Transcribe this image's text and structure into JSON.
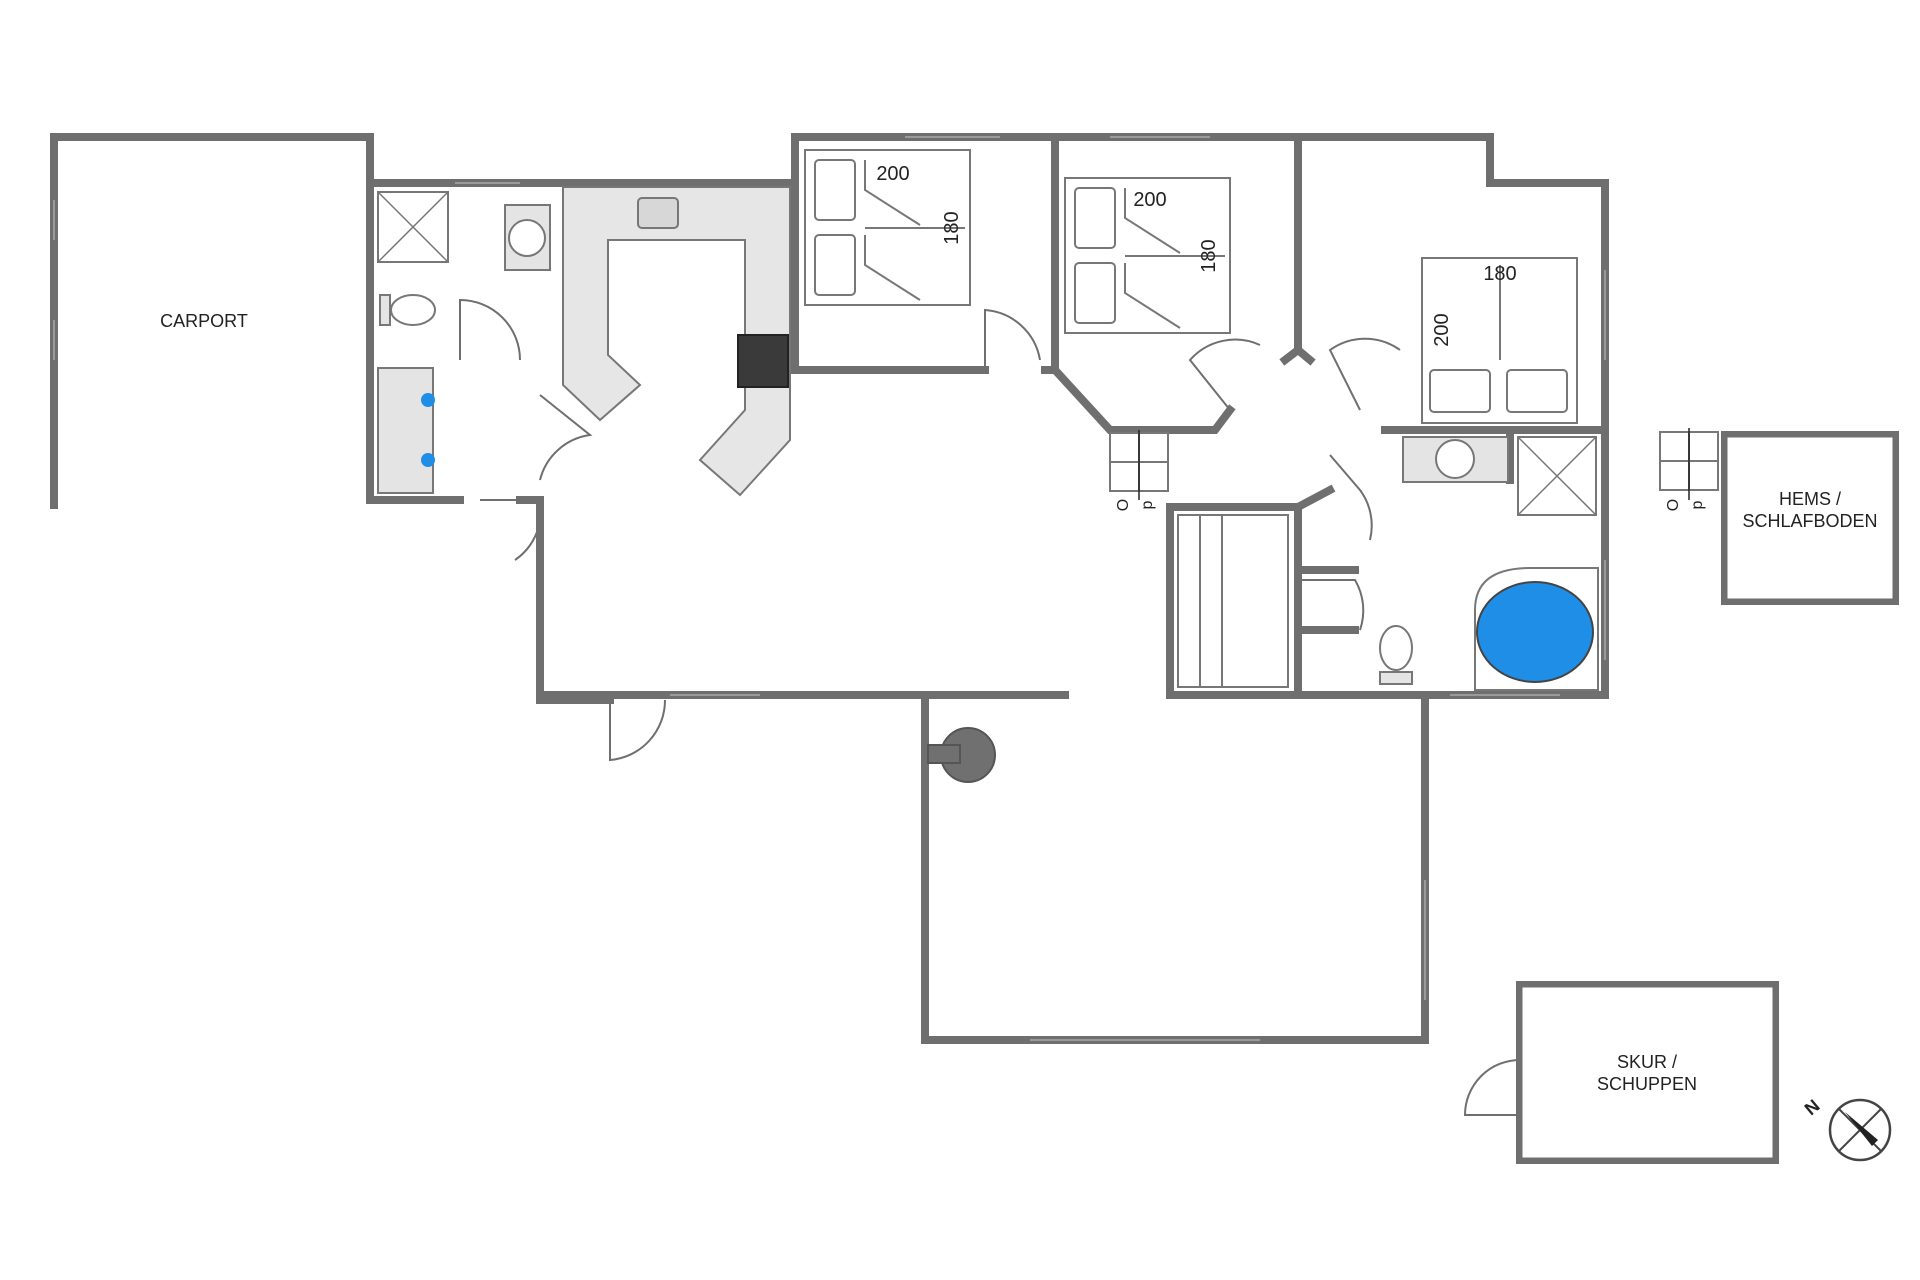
{
  "colors": {
    "wall": "#6f6f6f",
    "wall_outline": "#5a5a5a",
    "fixture_fill": "#e4e4e4",
    "fixture_stroke": "#777777",
    "counter_fill": "#e6e6e6",
    "bathtub_water": "#1f8ee6",
    "stove": "#3a3a3a",
    "fireplace": "#707070",
    "background": "#ffffff"
  },
  "rooms": {
    "carport": "CARPORT",
    "hems_line1": "HEMS /",
    "hems_line2": "SCHLAFBODEN",
    "skur_line1": "SKUR /",
    "skur_line2": "SCHUPPEN"
  },
  "beds": {
    "bed1_length": "200",
    "bed1_width": "180",
    "bed2_length": "200",
    "bed2_width": "180",
    "bed3_width": "180",
    "bed3_length": "200"
  },
  "stairs": {
    "stair1_letter_a": "O",
    "stair1_letter_b": "p",
    "stair2_letter_a": "O",
    "stair2_letter_b": "p"
  },
  "compass": {
    "north": "N"
  }
}
